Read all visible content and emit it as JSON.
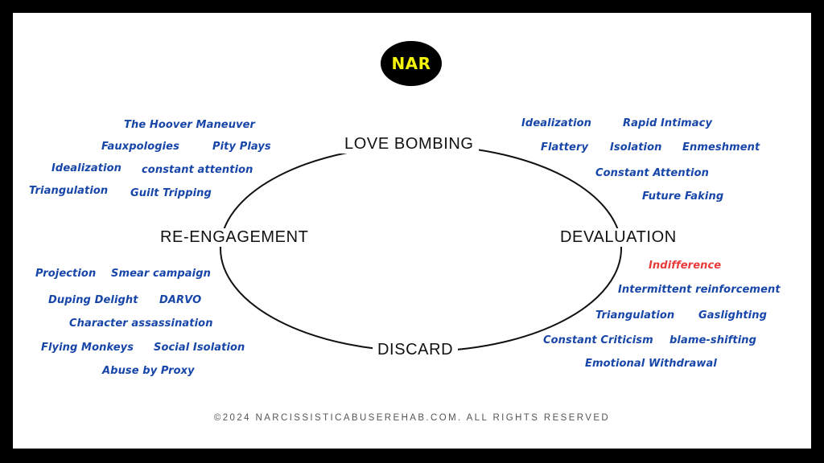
{
  "center_badge": {
    "label": "NAR",
    "bg": "#000000",
    "color": "#f2f20a"
  },
  "stages": {
    "love_bombing": "LOVE BOMBING",
    "devaluation": "DEVALUATION",
    "discard": "DISCARD",
    "re_engagement": "RE-ENGAGEMENT"
  },
  "love_bombing_tactics": [
    "Idealization",
    "Rapid Intimacy",
    "Flattery",
    "Isolation",
    "Enmeshment",
    "Constant Attention",
    "Future Faking"
  ],
  "devaluation_tactics": [
    "Indifference",
    "Intermittent reinforcement",
    "Triangulation",
    "Gaslighting",
    "Constant Criticism",
    "blame-shifting",
    "Emotional Withdrawal"
  ],
  "discard_tactics": [
    "Projection",
    "Smear campaign",
    "Duping Delight",
    "DARVO",
    "Character assassination",
    "Flying Monkeys",
    "Social Isolation",
    "Abuse by Proxy"
  ],
  "re_engagement_tactics": [
    "The Hoover Maneuver",
    "Fauxpologies",
    "Pity Plays",
    "Idealization",
    "constant attention",
    "Triangulation",
    "Guilt Tripping"
  ],
  "colors": {
    "tactic": "#1746a8",
    "highlight": "#e83a3a",
    "frame": "#000000"
  },
  "footer": "©2024 NARCISSISTICABUSEREHAB.COM. ALL RIGHTS RESERVED"
}
